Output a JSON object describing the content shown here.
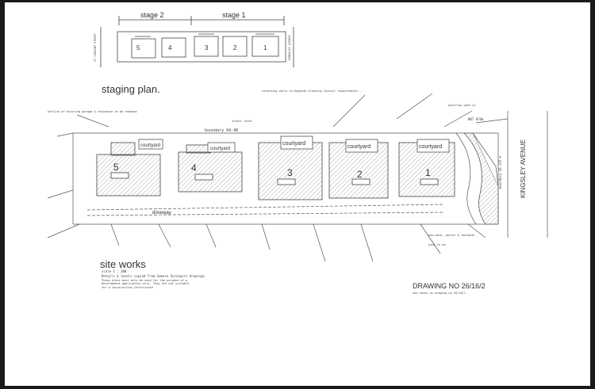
{
  "staging": {
    "stage2": "stage 2",
    "stage1": "stage 1",
    "street_left": "ST VINCENT STREET",
    "street_right": "KINGSLEY AVENUE",
    "title": "staging plan.",
    "units": [
      "5",
      "4",
      "3",
      "2",
      "1"
    ]
  },
  "site": {
    "boundary": "boundary 94.48",
    "avenue": "KINGSLEY AVENUE",
    "boundary_right": "boundary 20.115 m",
    "courtyard": "courtyard",
    "driveway": "driveway",
    "units": [
      "5",
      "4",
      "3",
      "2",
      "1"
    ]
  },
  "notes": {
    "remove_garage": "outline of existing garage & residence to be removed",
    "retaining_walls": "retaining walls to Kogarah planning Council requirements...",
    "overflow": "overflow path of",
    "nbt": "NBT 870m",
    "invert": "invert level",
    "kerb": "new kerb, gutter & footpath",
    "pipe": "pipe to be"
  },
  "title_block": {
    "title": "site works",
    "scale": "scale 1 : 300",
    "source": "Details & levels copied from Gemere Surveyors drawings",
    "disclaimer": "These plans must only be used for the purpose of a Development Application only. They are not suitable for a Construction Certificate",
    "drawing_no": "DRAWING NO 26/16/2",
    "revision": "see notes on drawing no 26/16/1"
  }
}
